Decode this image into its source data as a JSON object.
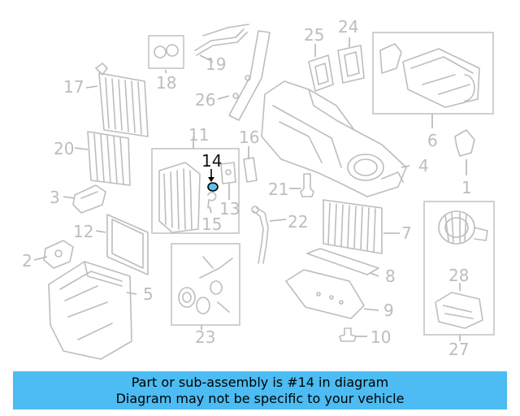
{
  "diagram": {
    "highlight_part": "14",
    "highlight_color": "#5bc0eb",
    "labels": [
      "1",
      "2",
      "3",
      "4",
      "5",
      "6",
      "7",
      "8",
      "9",
      "10",
      "11",
      "12",
      "13",
      "14",
      "15",
      "16",
      "17",
      "18",
      "19",
      "20",
      "21",
      "22",
      "23",
      "24",
      "25",
      "26",
      "27",
      "28"
    ]
  },
  "banner": {
    "line1": "Part or sub-assembly is #14 in diagram",
    "line2": "Diagram may not be specific to your vehicle",
    "color": "#4cbcf2"
  }
}
